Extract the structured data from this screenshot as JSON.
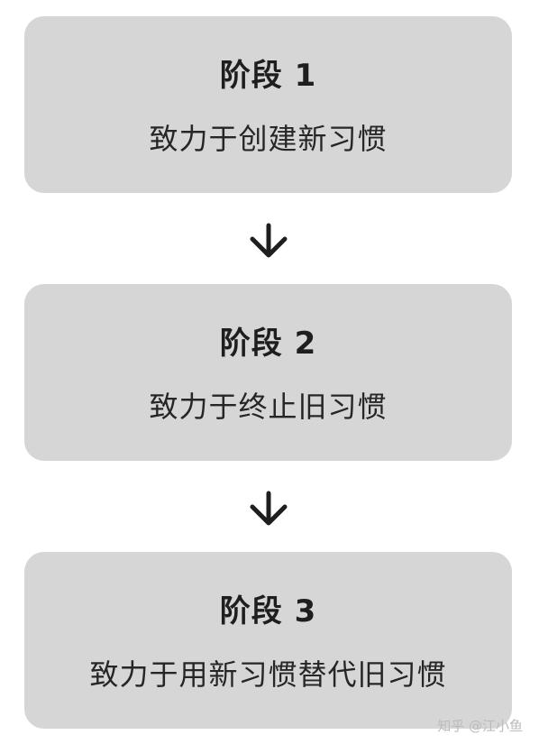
{
  "stages": [
    {
      "title": "阶段 1",
      "description": "致力于创建新习惯"
    },
    {
      "title": "阶段 2",
      "description": "致力于终止旧习惯"
    },
    {
      "title": "阶段 3",
      "description": "致力于用新习惯替代旧习惯"
    }
  ],
  "watermark": "知乎 @江小鱼",
  "colors": {
    "box_background": "#d6d6d6",
    "text": "#1e1e1e",
    "arrow": "#1e1e1e"
  }
}
